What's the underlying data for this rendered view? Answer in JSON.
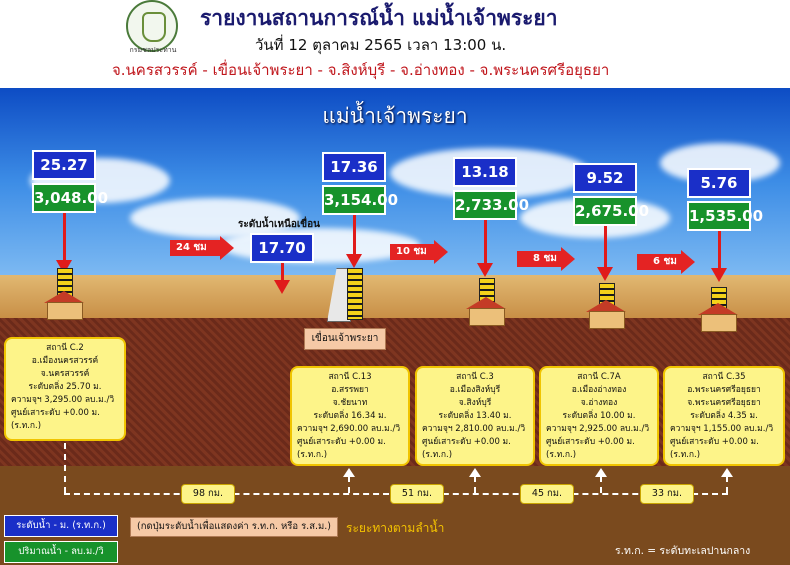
{
  "header": {
    "title": "รายงานสถานการณ์น้ำ แม่น้ำเจ้าพระยา",
    "date_line": "วันที่ 12 ตุลาคม 2565 เวลา 13:00 น.",
    "provinces": "จ.นครสวรรค์ - เขื่อนเจ้าพระยา - จ.สิงห์บุรี - จ.อ่างทอง - จ.พระนครศรีอยุธยา",
    "logo_caption": "กรมชลประทาน"
  },
  "river_title": "แม่น้ำเจ้าพระยา",
  "dam": {
    "upstream_caption": "ระดับน้ำเหนือเขื่อน",
    "upstream_level": "17.70",
    "name": "เขื่อนเจ้าพระยา"
  },
  "stations": [
    {
      "level": "25.27",
      "flow": "3,048.00",
      "card": [
        "สถานี C.2",
        "อ.เมืองนครสวรรค์",
        "จ.นครสวรรค์",
        "ระดับตลิ่ง 25.70 ม.",
        "ความจุฯ 3,295.00 ลบ.ม./วิ",
        "ศูนย์เสาระดับ +0.00 ม.(ร.ท.ก.)"
      ]
    },
    {
      "level": "17.36",
      "flow": "3,154.00",
      "card": [
        "สถานี C.13",
        "อ.สรรพยา",
        "จ.ชัยนาท",
        "ระดับตลิ่ง 16.34 ม.",
        "ความจุฯ 2,690.00 ลบ.ม./วิ",
        "ศูนย์เสาระดับ +0.00 ม.(ร.ท.ก.)"
      ]
    },
    {
      "level": "13.18",
      "flow": "2,733.00",
      "card": [
        "สถานี C.3",
        "อ.เมืองสิงห์บุรี",
        "จ.สิงห์บุรี",
        "ระดับตลิ่ง 13.40 ม.",
        "ความจุฯ 2,810.00 ลบ.ม./วิ",
        "ศูนย์เสาระดับ +0.00 ม.(ร.ท.ก.)"
      ]
    },
    {
      "level": "9.52",
      "flow": "2,675.00",
      "card": [
        "สถานี C.7A",
        "อ.เมืองอ่างทอง",
        "จ.อ่างทอง",
        "ระดับตลิ่ง 10.00 ม.",
        "ความจุฯ 2,925.00 ลบ.ม./วิ",
        "ศูนย์เสาระดับ +0.00 ม.(ร.ท.ก.)"
      ]
    },
    {
      "level": "5.76",
      "flow": "1,535.00",
      "card": [
        "สถานี C.35",
        "อ.พระนครศรีอยุธยา",
        "จ.พระนครศรีอยุธยา",
        "ระดับตลิ่ง 4.35 ม.",
        "ความจุฯ 1,155.00 ลบ.ม./วิ",
        "ศูนย์เสาระดับ +0.00 ม.(ร.ท.ก.)"
      ]
    }
  ],
  "travel_times": [
    "24 ชม",
    "10 ชม",
    "8 ชม",
    "6 ชม"
  ],
  "distances": [
    "98 กม.",
    "51 กม.",
    "45 กม.",
    "33 กม."
  ],
  "footer": {
    "legend_level": "ระดับน้ำ - ม. (ร.ท.ก.)",
    "legend_flow": "ปริมาณน้ำ - ลบ.ม./วิ",
    "note": "(กดปุ่มระดับน้ำเพื่อแสดงค่า ร.ท.ก. หรือ ร.ส.ม.)",
    "distance_label": "ระยะทางตามลำน้ำ",
    "abbrev": "ร.ท.ก. = ระดับทะเลปานกลาง"
  },
  "colors": {
    "level_box": "#1a2fc8",
    "flow_box": "#17922b",
    "arrow": "#e01b1b",
    "card": "#fdf489"
  }
}
